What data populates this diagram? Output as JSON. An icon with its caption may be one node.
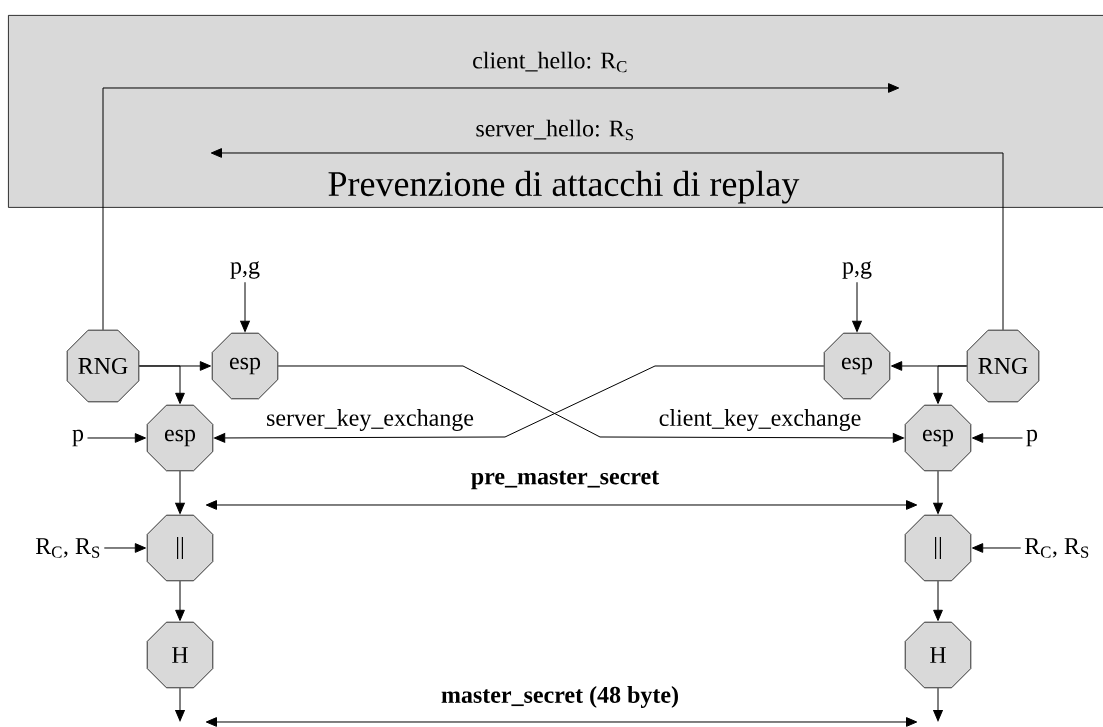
{
  "diagram": {
    "nodes": [
      {
        "text": [
          "Prevenzione di attacchi di replay"
        ]
      },
      {
        "text": [
          "p,g"
        ]
      },
      {
        "text": [
          "p,g"
        ]
      },
      {
        "text": [
          "RNG"
        ]
      },
      {
        "text": [
          "esp"
        ]
      },
      {
        "text": [
          "esp"
        ]
      },
      {
        "text": [
          "RNG"
        ]
      },
      {
        "text": [
          "p"
        ]
      },
      {
        "text": [
          "esp"
        ]
      },
      {
        "text": [
          "esp"
        ]
      },
      {
        "text": [
          "p"
        ]
      },
      {
        "text": [
          "R$_{C}$, R$_{S}$"
        ]
      },
      {
        "text": [
          "||"
        ]
      },
      {
        "text": [
          "||"
        ]
      },
      {
        "text": [
          "R$_{C}$, R$_{S}$"
        ]
      },
      {
        "text": [
          "H"
        ]
      },
      {
        "text": [
          "H"
        ]
      }
    ],
    "edges": [
      {
        "from": 3,
        "to": 0,
        "arrow": "to",
        "label": "client_hello: R$_{C}$"
      },
      {
        "from": 6,
        "to": 0,
        "arrow": "to",
        "label": "server_hello: R$_{S}$"
      },
      {
        "from": 1,
        "to": 4,
        "arrow": "to"
      },
      {
        "from": 2,
        "to": 5,
        "arrow": "to"
      },
      {
        "from": 3,
        "to": 4,
        "arrow": "to"
      },
      {
        "from": 3,
        "to": 8,
        "arrow": "to"
      },
      {
        "from": 6,
        "to": 5,
        "arrow": "to"
      },
      {
        "from": 6,
        "to": 9,
        "arrow": "to"
      },
      {
        "from": 4,
        "to": 9,
        "arrow": "to",
        "label": "client_key_exchange"
      },
      {
        "from": 5,
        "to": 8,
        "arrow": "to",
        "label": "server_key_exchange"
      },
      {
        "from": 7,
        "to": 8,
        "arrow": "to"
      },
      {
        "from": 10,
        "to": 9,
        "arrow": "to"
      },
      {
        "from": 8,
        "to": 12,
        "arrow": "to"
      },
      {
        "from": 9,
        "to": 13,
        "arrow": "to"
      },
      {
        "from": 11,
        "to": 12,
        "arrow": "to"
      },
      {
        "from": 14,
        "to": 13,
        "arrow": "to"
      },
      {
        "from": 12,
        "to": 15,
        "arrow": "to"
      },
      {
        "from": 13,
        "to": 16,
        "arrow": "to"
      },
      {
        "from": 15,
        "to": null,
        "arrow": "to"
      },
      {
        "from": 16,
        "to": null,
        "arrow": "to"
      }
    ],
    "labels": [
      "pre_master_secret",
      "master_secret (48 byte)"
    ]
  }
}
